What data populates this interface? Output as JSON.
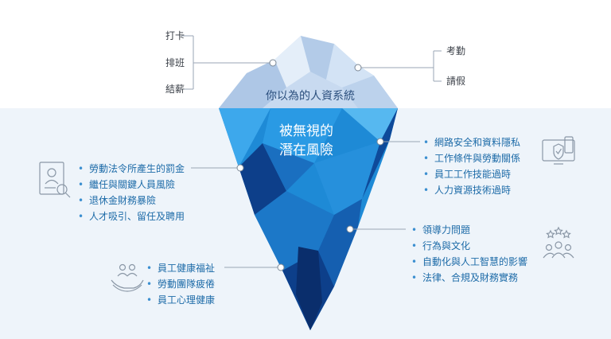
{
  "above_water": {
    "title": "你以為的人資系統",
    "left_items": [
      "打卡",
      "排班",
      "結薪"
    ],
    "right_items": [
      "考勤",
      "請假"
    ]
  },
  "below_water": {
    "title_line1": "被無視的",
    "title_line2": "潛在風險",
    "group_right_top": [
      "網路安全和資料隱私",
      "工作條件與勞動關係",
      "員工工作技能過時",
      "人力資源技術過時"
    ],
    "group_left_mid": [
      "勞動法令所產生的罰金",
      "繼任與關鍵人員風險",
      "退休金財務暴險",
      "人才吸引、留任及聘用"
    ],
    "group_right_bottom": [
      "領導力問題",
      "行為與文化",
      "自動化與人工智慧的影響",
      "法律、合規及財務實務"
    ],
    "group_left_bottom": [
      "員工健康福祉",
      "勞動團隊疲倦",
      "員工心理健康"
    ]
  },
  "icons": {
    "shield_device": "shield-check-device-icon",
    "resume": "resume-search-icon",
    "team_stars": "team-stars-icon",
    "hands_people": "hands-people-icon"
  },
  "colors": {
    "water_bg": "#eef4fa",
    "list_text": "#1d6ba8",
    "ice_light": "#c8daf0",
    "ice_blue": "#1e8ad6",
    "ice_dark": "#0d3f8a"
  }
}
